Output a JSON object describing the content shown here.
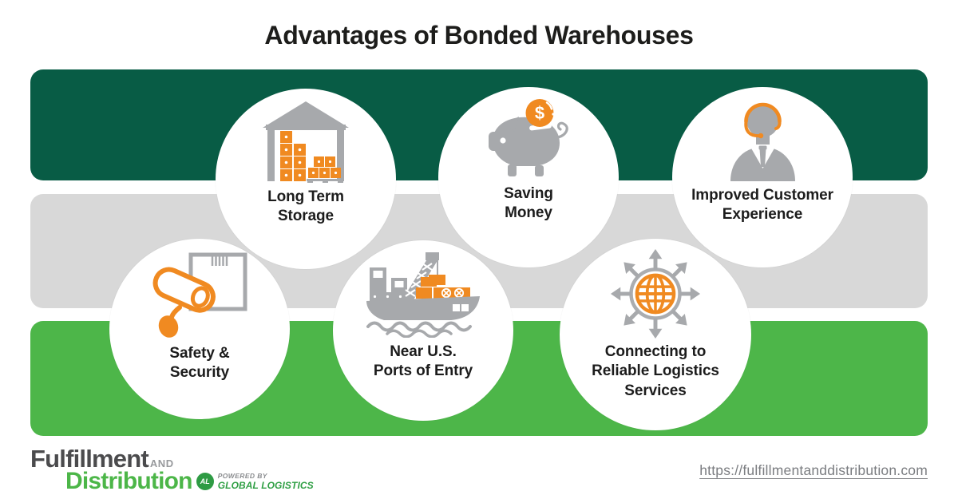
{
  "title": "Advantages of Bonded Warehouses",
  "advantages": [
    {
      "label": "Long Term\nStorage",
      "icon": "warehouse-icon"
    },
    {
      "label": "Saving\nMoney",
      "icon": "piggy-bank-icon"
    },
    {
      "label": "Improved Customer\nExperience",
      "icon": "customer-support-icon"
    },
    {
      "label": "Safety &\nSecurity",
      "icon": "security-camera-icon"
    },
    {
      "label": "Near U.S.\nPorts of Entry",
      "icon": "cargo-ship-icon"
    },
    {
      "label": "Connecting to\nReliable Logistics\nServices",
      "icon": "globe-network-icon"
    }
  ],
  "footer": {
    "logo": {
      "word1": "Fulfillment",
      "word1_suffix": "AND",
      "word2": "Distribution",
      "emblem_text": "AL",
      "powered_by": "POWERED BY",
      "powered_brand": "GLOBAL LOGISTICS"
    },
    "website_url": "https://fulfillmentanddistribution.com"
  },
  "colors": {
    "dark_green_band": "#085C45",
    "gray_band": "#D8D8D8",
    "green_band": "#4DB649",
    "icon_orange": "#F08A21",
    "icon_gray": "#A7A9AC",
    "logo_dark_gray": "#4B4B4D",
    "logo_green": "#4CB648",
    "url_gray": "#7B7D81"
  }
}
